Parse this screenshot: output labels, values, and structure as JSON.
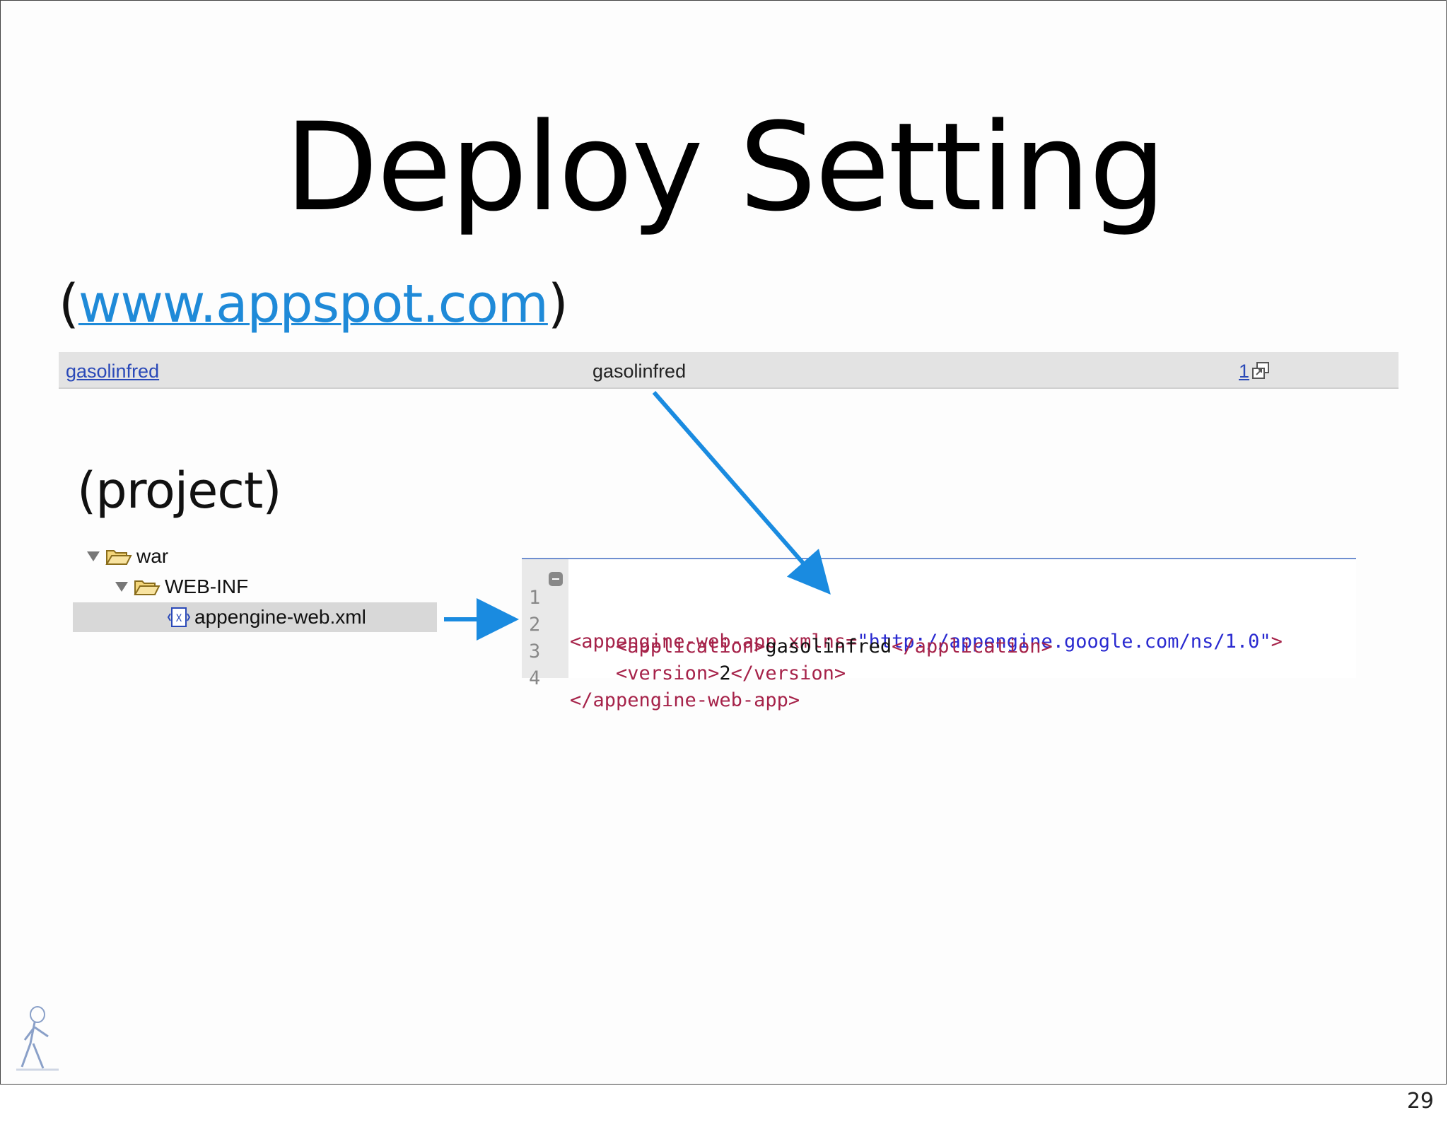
{
  "slide": {
    "title": "Deploy Setting",
    "url_open": "(",
    "url_text": "www.appspot.com",
    "url_close": ")",
    "project_label": "(project)",
    "page_number": "29"
  },
  "appspot_bar": {
    "app_link": "gasolinfred",
    "app_name": "gasolinfred",
    "version": "1"
  },
  "file_tree": {
    "items": [
      {
        "label": "war",
        "icon": "folder-open-icon"
      },
      {
        "label": "WEB-INF",
        "icon": "folder-open-icon"
      },
      {
        "label": "appengine-web.xml",
        "icon": "xml-file-icon"
      }
    ]
  },
  "editor": {
    "lines": [
      {
        "number": "1",
        "tag_open": "<appengine-web-app ",
        "attr": "xmlns=",
        "value": "\"http://appengine.google.com/ns/1.0\"",
        "tag_close": ">"
      },
      {
        "number": "2",
        "indent": "    ",
        "tag_open": "<application>",
        "text": "gasolinfred",
        "tag_close": "</application>"
      },
      {
        "number": "3",
        "indent": "    ",
        "tag_open": "<version>",
        "text": "2",
        "tag_close": "</version>"
      },
      {
        "number": "4",
        "tag_open": "</appengine-web-app>"
      }
    ]
  },
  "colors": {
    "link": "#1f8ad8",
    "arrow": "#1a8be0",
    "xml_tag": "#a6234a",
    "xml_string": "#2a2ad0"
  }
}
